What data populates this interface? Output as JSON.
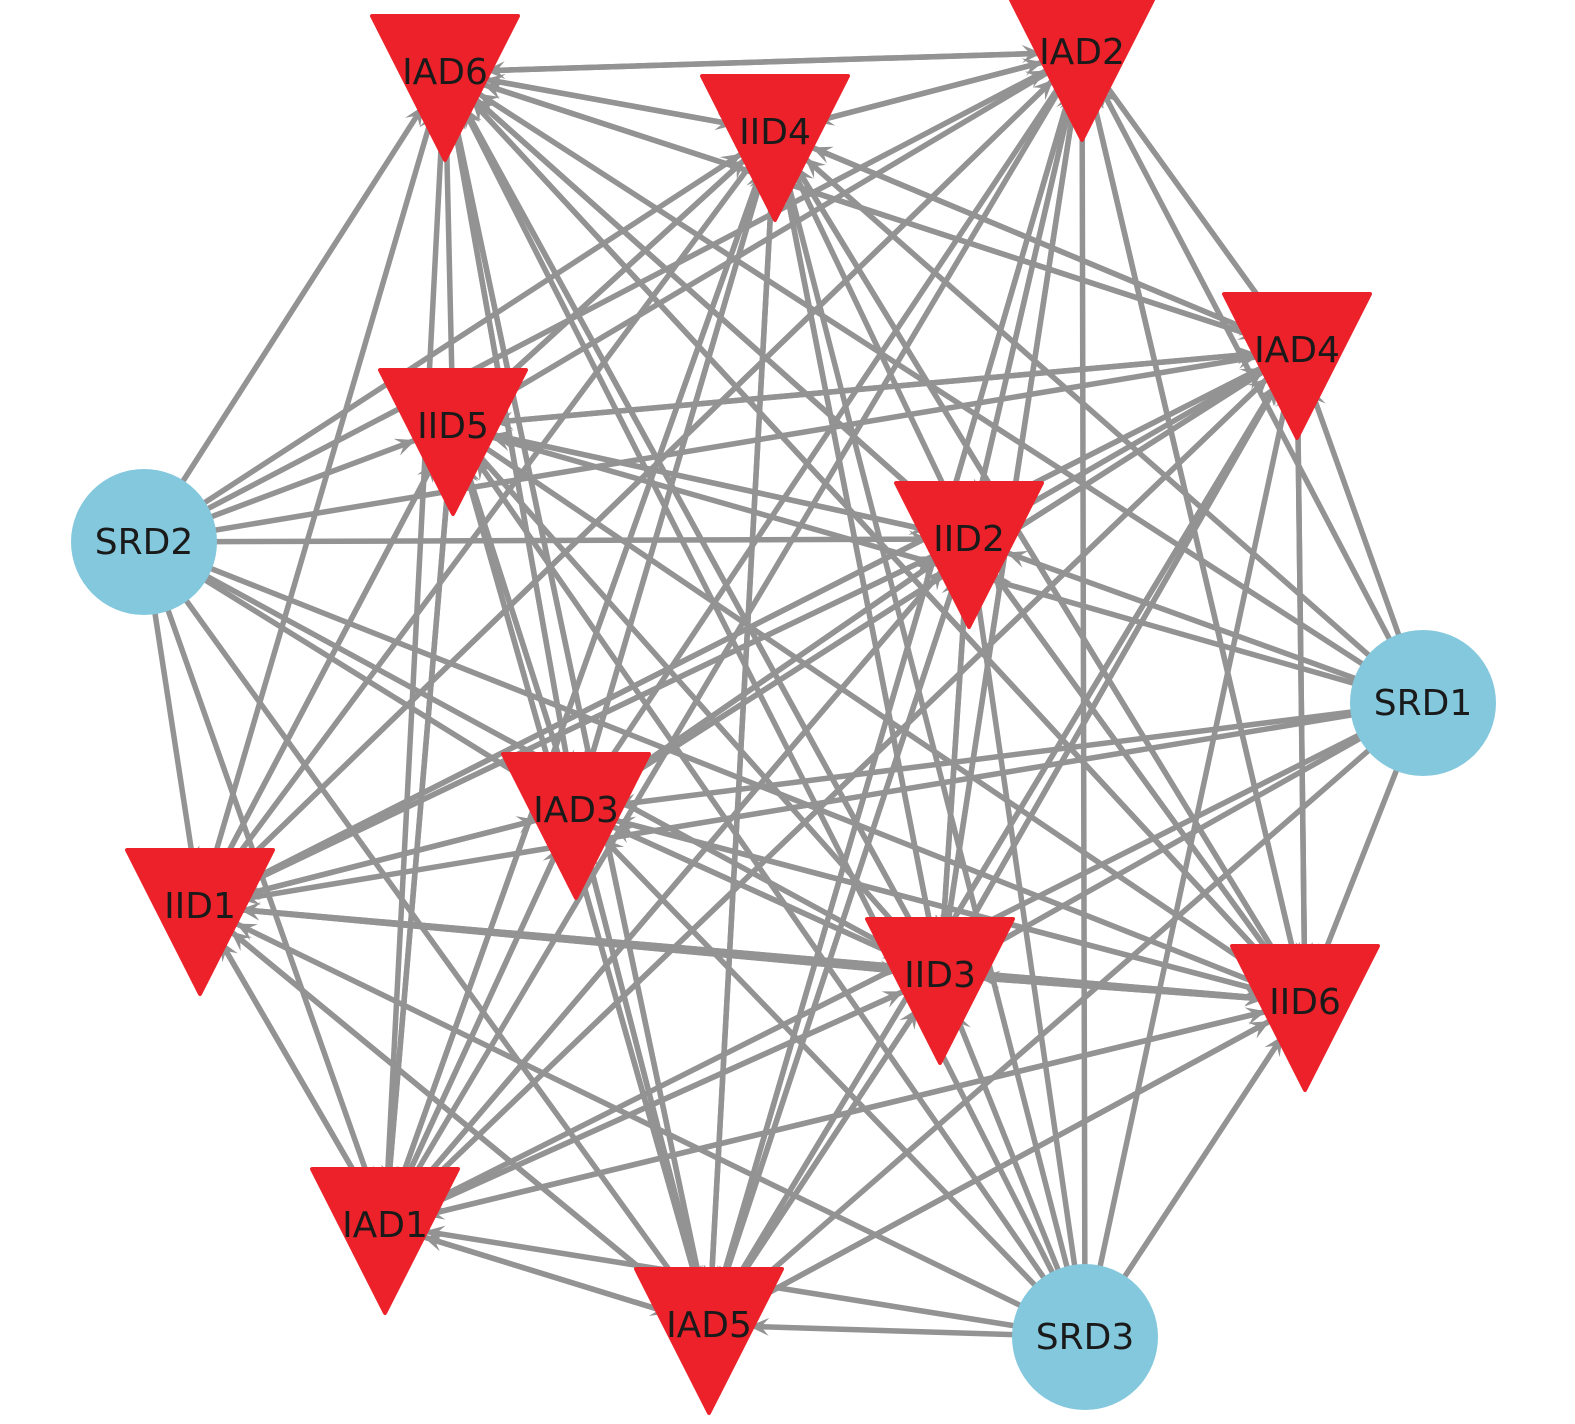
{
  "colors": {
    "edge": "#939393",
    "srd_node": "#84c8de",
    "iad_iid_node": "#ec2129",
    "label_text": "#1a1a1a"
  },
  "nodes": [
    {
      "id": "IAD6",
      "label": "IAD6",
      "shape": "triangle-down",
      "group": "interferer"
    },
    {
      "id": "IAD2",
      "label": "IAD2",
      "shape": "triangle-down",
      "group": "interferer"
    },
    {
      "id": "IID4",
      "label": "IID4",
      "shape": "triangle-down",
      "group": "interferer"
    },
    {
      "id": "IAD4",
      "label": "IAD4",
      "shape": "triangle-down",
      "group": "interferer"
    },
    {
      "id": "IID5",
      "label": "IID5",
      "shape": "triangle-down",
      "group": "interferer"
    },
    {
      "id": "SRD2",
      "label": "SRD2",
      "shape": "circle",
      "group": "srd"
    },
    {
      "id": "IID2",
      "label": "IID2",
      "shape": "triangle-down",
      "group": "interferer"
    },
    {
      "id": "SRD1",
      "label": "SRD1",
      "shape": "circle",
      "group": "srd"
    },
    {
      "id": "IAD3",
      "label": "IAD3",
      "shape": "triangle-down",
      "group": "interferer"
    },
    {
      "id": "IID1",
      "label": "IID1",
      "shape": "triangle-down",
      "group": "interferer"
    },
    {
      "id": "IID3",
      "label": "IID3",
      "shape": "triangle-down",
      "group": "interferer"
    },
    {
      "id": "IID6",
      "label": "IID6",
      "shape": "triangle-down",
      "group": "interferer"
    },
    {
      "id": "IAD1",
      "label": "IAD1",
      "shape": "triangle-down",
      "group": "interferer"
    },
    {
      "id": "IAD5",
      "label": "IAD5",
      "shape": "triangle-down",
      "group": "interferer"
    },
    {
      "id": "SRD3",
      "label": "SRD3",
      "shape": "circle",
      "group": "srd"
    }
  ],
  "edges": [
    [
      "SRD1",
      "IAD2"
    ],
    [
      "SRD1",
      "IAD4"
    ],
    [
      "SRD1",
      "IAD3"
    ],
    [
      "SRD1",
      "IID3"
    ],
    [
      "SRD1",
      "IID5"
    ],
    [
      "SRD1",
      "IID6"
    ],
    [
      "SRD1",
      "IAD1"
    ],
    [
      "SRD1",
      "IAD5"
    ],
    [
      "SRD1",
      "IID4"
    ],
    [
      "SRD1",
      "IID2"
    ],
    [
      "SRD1",
      "IID1"
    ],
    [
      "SRD1",
      "IAD6"
    ],
    [
      "SRD2",
      "IAD6"
    ],
    [
      "SRD2",
      "IAD2"
    ],
    [
      "SRD2",
      "IID4"
    ],
    [
      "SRD2",
      "IID5"
    ],
    [
      "SRD2",
      "IID2"
    ],
    [
      "SRD2",
      "IAD3"
    ],
    [
      "SRD2",
      "IID1"
    ],
    [
      "SRD2",
      "IAD1"
    ],
    [
      "SRD2",
      "IAD5"
    ],
    [
      "SRD2",
      "IID3"
    ],
    [
      "SRD2",
      "IID6"
    ],
    [
      "SRD2",
      "IAD4"
    ],
    [
      "SRD3",
      "IAD5"
    ],
    [
      "SRD3",
      "IAD1"
    ],
    [
      "SRD3",
      "IID6"
    ],
    [
      "SRD3",
      "IID3"
    ],
    [
      "SRD3",
      "IAD3"
    ],
    [
      "SRD3",
      "IID1"
    ],
    [
      "SRD3",
      "IID2"
    ],
    [
      "SRD3",
      "IAD4"
    ],
    [
      "SRD3",
      "IAD2"
    ],
    [
      "SRD3",
      "IID4"
    ],
    [
      "SRD3",
      "IID5"
    ],
    [
      "SRD3",
      "IAD6"
    ],
    [
      "IAD6",
      "IAD2"
    ],
    [
      "IAD6",
      "IID4"
    ],
    [
      "IAD6",
      "IID2"
    ],
    [
      "IAD6",
      "IID3"
    ],
    [
      "IAD6",
      "IAD5"
    ],
    [
      "IAD6",
      "IID6"
    ],
    [
      "IAD6",
      "IAD3"
    ],
    [
      "IAD6",
      "IAD4"
    ],
    [
      "IAD2",
      "IID4"
    ],
    [
      "IAD2",
      "IAD6"
    ],
    [
      "IAD2",
      "IID5"
    ],
    [
      "IAD2",
      "IAD3"
    ],
    [
      "IAD2",
      "IID1"
    ],
    [
      "IAD2",
      "IAD1"
    ],
    [
      "IAD2",
      "IAD5"
    ],
    [
      "IAD2",
      "IID3"
    ],
    [
      "IAD2",
      "IID6"
    ],
    [
      "IAD2",
      "IID2"
    ],
    [
      "IAD2",
      "IAD4"
    ],
    [
      "IID4",
      "IAD6"
    ],
    [
      "IID4",
      "IAD2"
    ],
    [
      "IID4",
      "IID5"
    ],
    [
      "IID4",
      "IAD3"
    ],
    [
      "IID4",
      "IID3"
    ],
    [
      "IID4",
      "IID6"
    ],
    [
      "IID4",
      "IAD5"
    ],
    [
      "IID4",
      "IAD1"
    ],
    [
      "IID4",
      "IID1"
    ],
    [
      "IID4",
      "IAD4"
    ],
    [
      "IAD4",
      "IID5"
    ],
    [
      "IAD4",
      "IID2"
    ],
    [
      "IAD4",
      "IAD3"
    ],
    [
      "IAD4",
      "IID1"
    ],
    [
      "IAD4",
      "IID3"
    ],
    [
      "IAD4",
      "IID6"
    ],
    [
      "IAD4",
      "IAD5"
    ],
    [
      "IAD4",
      "IAD1"
    ],
    [
      "IAD4",
      "IAD6"
    ],
    [
      "IAD4",
      "IID4"
    ],
    [
      "IID5",
      "IAD6"
    ],
    [
      "IID5",
      "IID4"
    ],
    [
      "IID5",
      "IID2"
    ],
    [
      "IID5",
      "IAD3"
    ],
    [
      "IID5",
      "IID1"
    ],
    [
      "IID5",
      "IAD1"
    ],
    [
      "IID5",
      "IAD5"
    ],
    [
      "IID5",
      "IID3"
    ],
    [
      "IID5",
      "IID6"
    ],
    [
      "IID5",
      "IAD4"
    ],
    [
      "IID2",
      "IAD6"
    ],
    [
      "IID2",
      "IID5"
    ],
    [
      "IID2",
      "IAD3"
    ],
    [
      "IID2",
      "IID1"
    ],
    [
      "IID2",
      "IID3"
    ],
    [
      "IID2",
      "IID6"
    ],
    [
      "IID2",
      "IAD5"
    ],
    [
      "IID2",
      "IAD1"
    ],
    [
      "IID2",
      "IAD2"
    ],
    [
      "IID2",
      "IID4"
    ],
    [
      "IAD3",
      "IAD6"
    ],
    [
      "IAD3",
      "IID4"
    ],
    [
      "IAD3",
      "IID2"
    ],
    [
      "IAD3",
      "IID1"
    ],
    [
      "IAD3",
      "IID3"
    ],
    [
      "IAD3",
      "IAD5"
    ],
    [
      "IAD3",
      "IAD1"
    ],
    [
      "IAD3",
      "IID6"
    ],
    [
      "IAD3",
      "IAD4"
    ],
    [
      "IAD3",
      "IID5"
    ],
    [
      "IID1",
      "IAD6"
    ],
    [
      "IID1",
      "IID5"
    ],
    [
      "IID1",
      "IAD3"
    ],
    [
      "IID1",
      "IID3"
    ],
    [
      "IID1",
      "IID6"
    ],
    [
      "IID1",
      "IAD1"
    ],
    [
      "IID1",
      "IAD5"
    ],
    [
      "IID1",
      "IID2"
    ],
    [
      "IID1",
      "IAD4"
    ],
    [
      "IID1",
      "IAD2"
    ],
    [
      "IID3",
      "IID1"
    ],
    [
      "IID3",
      "IAD3"
    ],
    [
      "IID3",
      "IID2"
    ],
    [
      "IID3",
      "IID6"
    ],
    [
      "IID3",
      "IAD5"
    ],
    [
      "IID3",
      "IAD1"
    ],
    [
      "IID3",
      "IAD4"
    ],
    [
      "IID3",
      "IAD2"
    ],
    [
      "IID3",
      "IID4"
    ],
    [
      "IID3",
      "IAD6"
    ],
    [
      "IID6",
      "IID3"
    ],
    [
      "IID6",
      "IAD3"
    ],
    [
      "IID6",
      "IID1"
    ],
    [
      "IID6",
      "IAD1"
    ],
    [
      "IID6",
      "IAD5"
    ],
    [
      "IID6",
      "IAD4"
    ],
    [
      "IID6",
      "IID2"
    ],
    [
      "IID6",
      "IAD2"
    ],
    [
      "IID6",
      "IID4"
    ],
    [
      "IID6",
      "IAD6"
    ],
    [
      "IAD1",
      "IID1"
    ],
    [
      "IAD1",
      "IAD6"
    ],
    [
      "IAD1",
      "IID5"
    ],
    [
      "IAD1",
      "IAD3"
    ],
    [
      "IAD1",
      "IID2"
    ],
    [
      "IAD1",
      "IID3"
    ],
    [
      "IAD1",
      "IID6"
    ],
    [
      "IAD1",
      "IAD5"
    ],
    [
      "IAD1",
      "IAD4"
    ],
    [
      "IAD1",
      "IID4"
    ],
    [
      "IAD5",
      "IAD1"
    ],
    [
      "IAD5",
      "IID1"
    ],
    [
      "IAD5",
      "IAD3"
    ],
    [
      "IAD5",
      "IID3"
    ],
    [
      "IAD5",
      "IID6"
    ],
    [
      "IAD5",
      "IID2"
    ],
    [
      "IAD5",
      "IAD4"
    ],
    [
      "IAD5",
      "IAD2"
    ],
    [
      "IAD5",
      "IID4"
    ],
    [
      "IAD5",
      "IAD6"
    ],
    [
      "IAD5",
      "IID5"
    ]
  ]
}
